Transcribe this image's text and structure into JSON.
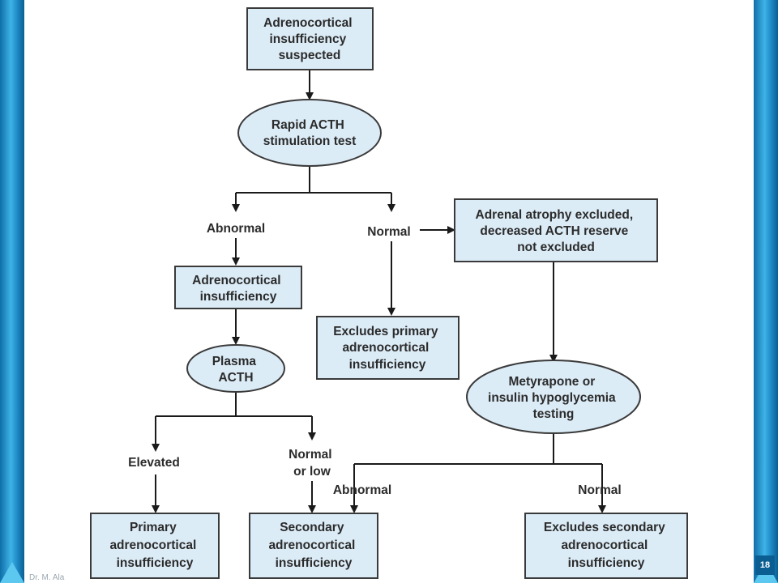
{
  "nodes": {
    "suspected": [
      "Adrenocortical",
      "insufficiency",
      "suspected"
    ],
    "rapid_acth": [
      "Rapid ACTH",
      "stimulation test"
    ],
    "atrophy_excluded": [
      "Adrenal atrophy excluded,",
      "decreased ACTH reserve",
      "not excluded"
    ],
    "adrenocortical_insufficiency": [
      "Adrenocortical",
      "insufficiency"
    ],
    "excludes_primary": [
      "Excludes primary",
      "adrenocortical",
      "insufficiency"
    ],
    "plasma_acth": [
      "Plasma",
      "ACTH"
    ],
    "metyrapone": [
      "Metyrapone or",
      "insulin hypoglycemia",
      "testing"
    ],
    "primary": [
      "Primary",
      "adrenocortical",
      "insufficiency"
    ],
    "secondary": [
      "Secondary",
      "adrenocortical",
      "insufficiency"
    ],
    "excludes_secondary": [
      "Excludes secondary",
      "adrenocortical",
      "insufficiency"
    ]
  },
  "edge_labels": {
    "abnormal_1": "Abnormal",
    "normal_1": "Normal",
    "elevated": "Elevated",
    "normal_or_low": [
      "Normal",
      "or low"
    ],
    "abnormal_2": "Abnormal",
    "normal_2": "Normal"
  },
  "footer": {
    "author": "Dr. M. Ala",
    "page_number": "18"
  },
  "colors": {
    "node_fill": "#dcecf7",
    "frame_blue": "#1f8cc8"
  }
}
